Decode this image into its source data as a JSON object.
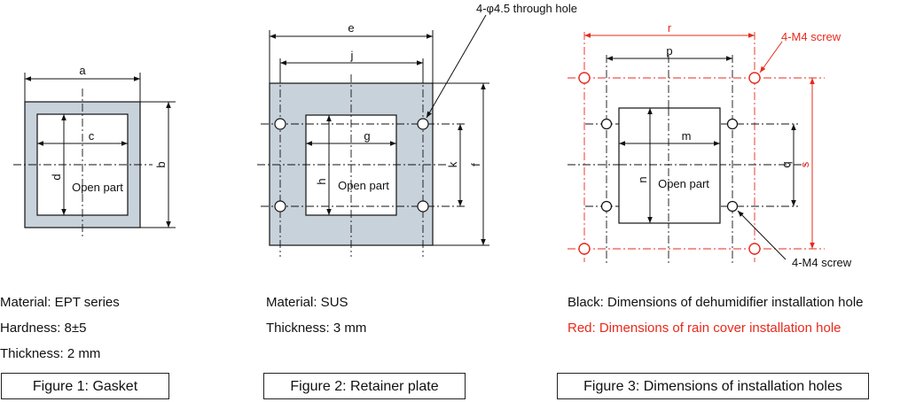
{
  "figure1": {
    "caption": "Figure 1: Gasket",
    "dims": {
      "a": "a",
      "b": "b",
      "c": "c",
      "d": "d"
    },
    "open_part": "Open part",
    "specs": [
      "Material: EPT series",
      "Hardness: 8±5",
      "Thickness: 2 mm"
    ]
  },
  "figure2": {
    "caption": "Figure 2: Retainer plate",
    "hole_note": "4-φ4.5 through hole",
    "dims": {
      "e": "e",
      "j": "j",
      "g": "g",
      "h": "h",
      "k": "k",
      "f": "f"
    },
    "open_part": "Open part",
    "specs": [
      "Material: SUS",
      "Thickness: 3 mm"
    ]
  },
  "figure3": {
    "caption": "Figure 3: Dimensions of installation holes",
    "screw_note_top": "4-M4 screw",
    "screw_note_bottom": "4-M4 screw",
    "dims": {
      "r": "r",
      "p": "p",
      "m": "m",
      "n": "n",
      "q": "q",
      "s": "s"
    },
    "open_part": "Open part",
    "legend_black": "Black: Dimensions of dehumidifier installation hole",
    "legend_red": "Red: Dimensions of rain cover installation hole"
  },
  "colors": {
    "plate_fill": "#c8d2db",
    "red": "#e8291c",
    "line": "#111111"
  }
}
